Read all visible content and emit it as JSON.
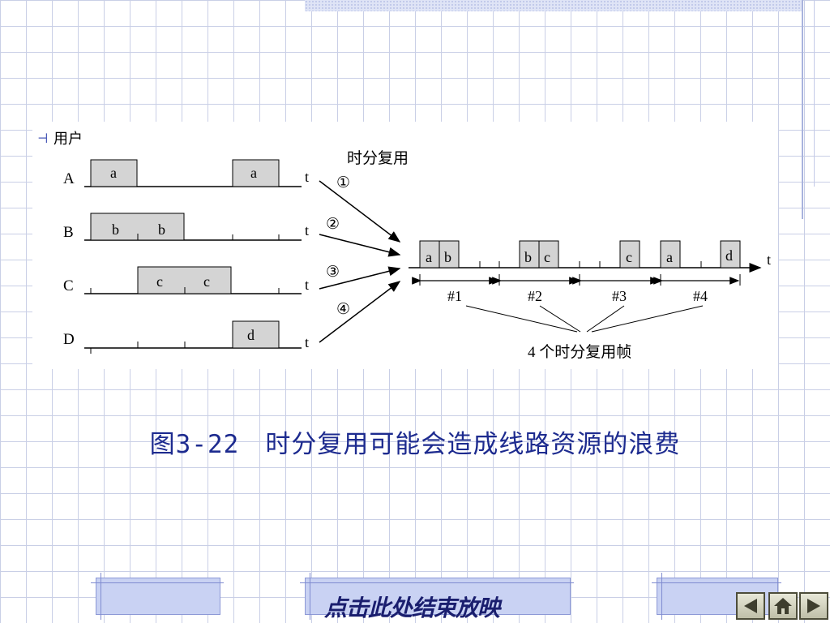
{
  "bullet": {
    "marker": "⊣",
    "label": "用户"
  },
  "figure": {
    "title": "时分复用",
    "users": [
      {
        "name": "A",
        "axis": "t"
      },
      {
        "name": "B",
        "axis": "t"
      },
      {
        "name": "C",
        "axis": "t"
      },
      {
        "name": "D",
        "axis": "t"
      }
    ],
    "blocks": {
      "A": [
        "a",
        "a"
      ],
      "B": [
        "b",
        "b"
      ],
      "C": [
        "c",
        "c"
      ],
      "D": [
        "d"
      ]
    },
    "channels": [
      "①",
      "②",
      "③",
      "④"
    ],
    "multiplexed": {
      "axis": "t",
      "slots": [
        "a",
        "b",
        "b",
        "c",
        "c",
        "a",
        "d"
      ]
    },
    "frames": [
      "#1",
      "#2",
      "#3",
      "#4"
    ],
    "frames_label": "4 个时分复用帧"
  },
  "caption": "图3-22　时分复用可能会造成线路资源的浪费",
  "footer": {
    "end_show": "点击此处结束放映",
    "nav": [
      "previous-icon",
      "home-icon",
      "next-icon"
    ]
  },
  "colors": {
    "block_fill": "#d4d4d4",
    "caption": "#1d2b8f",
    "grid": "#c9cfe6"
  }
}
